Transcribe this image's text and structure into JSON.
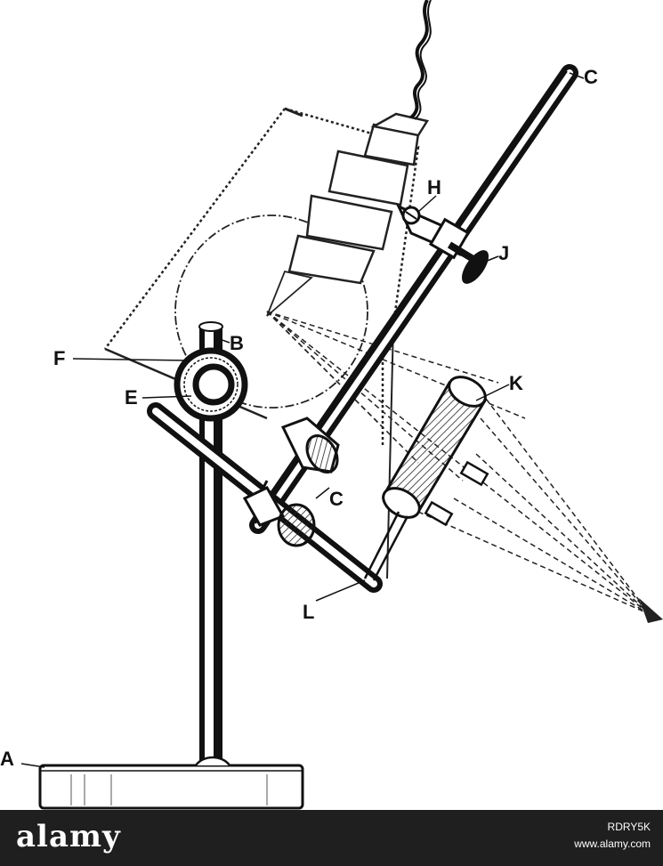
{
  "labels": {
    "A": "A",
    "B": "B",
    "C_top": "C",
    "C_mid": "C",
    "E": "E",
    "F": "F",
    "H": "H",
    "J": "J",
    "K": "K",
    "L": "L"
  },
  "footer": {
    "brand": "alamy",
    "image_id": "RDRY5K",
    "url": "www.alamy.com"
  }
}
